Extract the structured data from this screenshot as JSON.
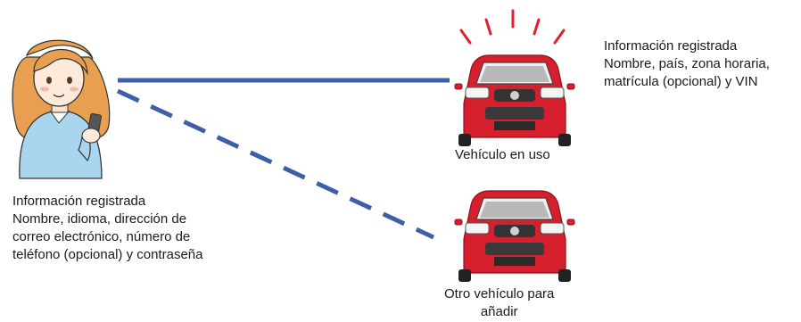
{
  "user": {
    "info_title": "Información registrada",
    "info_lines": [
      "Nombre, idioma, dirección de",
      "correo electrónico, número de",
      "teléfono (opcional) y contraseña"
    ]
  },
  "current_vehicle": {
    "label": "Vehículo en uso",
    "info_title": "Información registrada",
    "info_lines": [
      "Nombre, país, zona horaria,",
      "matrícula (opcional) y VIN"
    ]
  },
  "other_vehicle": {
    "label_lines": [
      "Otro vehículo para",
      "añadir"
    ]
  },
  "colors": {
    "link_line": "#3d5fa8",
    "car_body": "#d61f2c",
    "alert_rays": "#e0202e",
    "shirt": "#a9d5ee",
    "hair": "#e8a050"
  }
}
